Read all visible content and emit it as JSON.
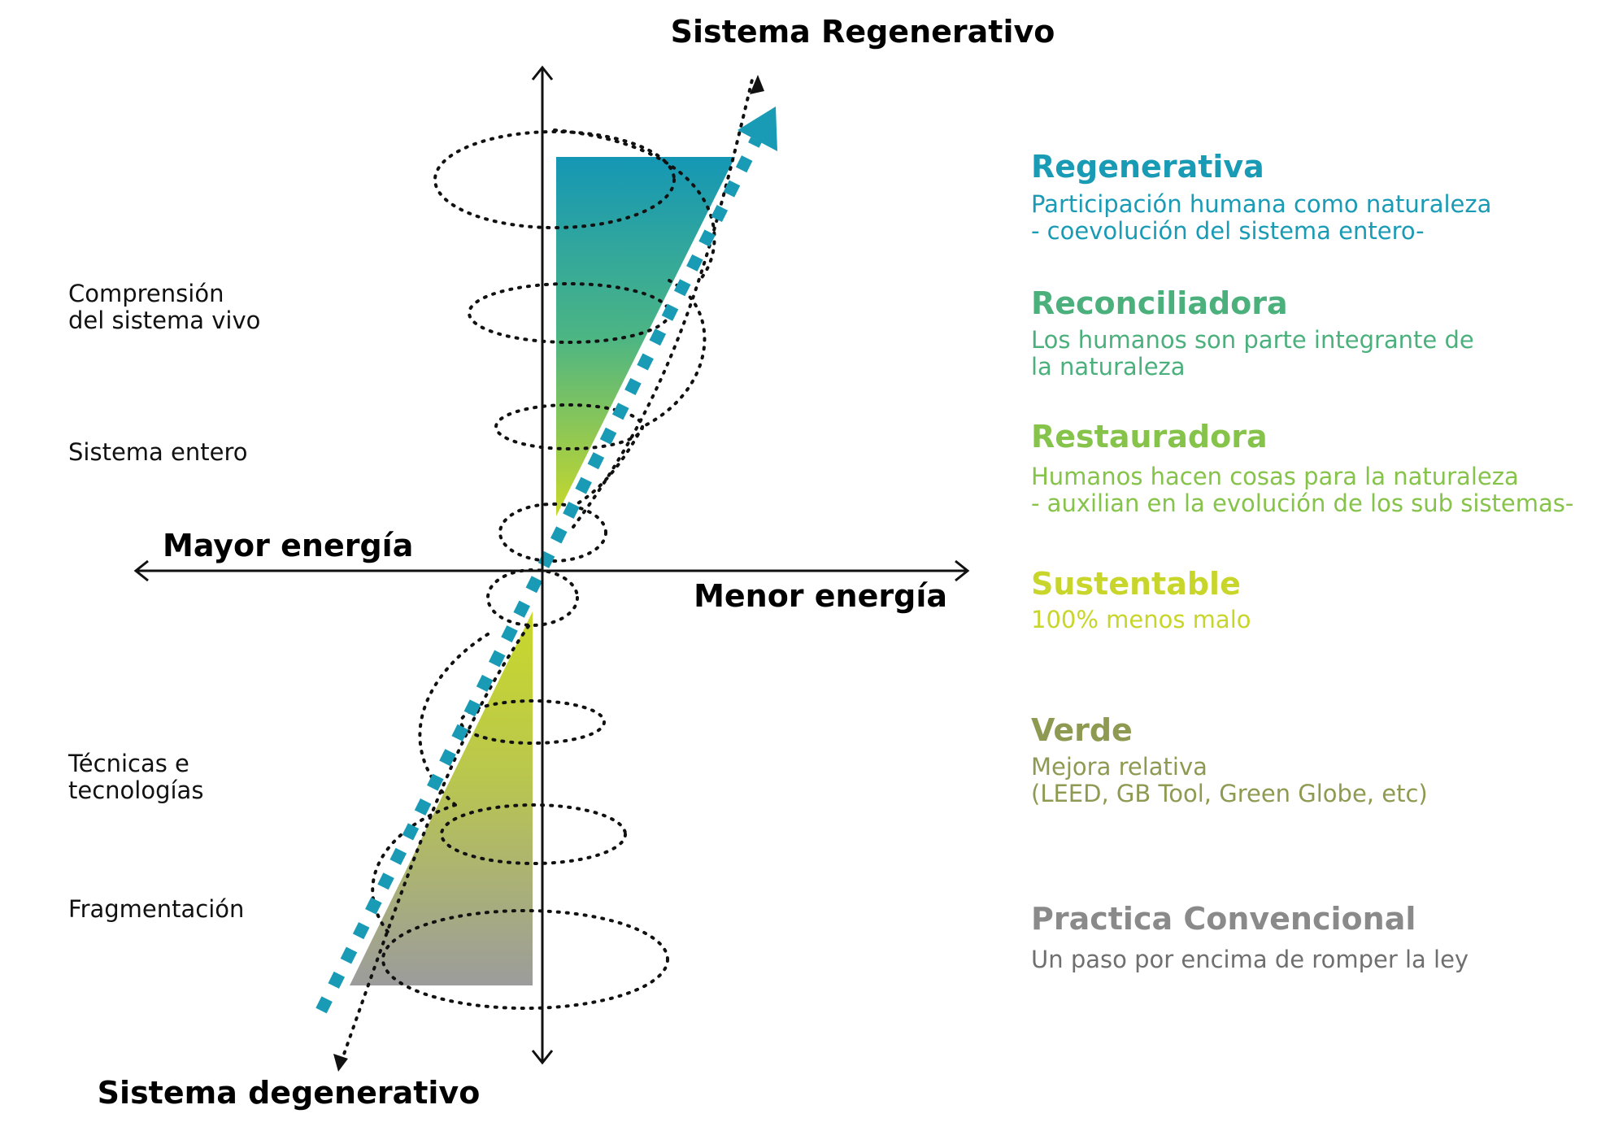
{
  "titles": {
    "top": "Sistema Regenerativo",
    "bottom": "Sistema degenerativo"
  },
  "axes": {
    "left": "Mayor energía",
    "right": "Menor energía"
  },
  "side_labels": [
    {
      "lines": [
        "Comprensión",
        "del sistema vivo"
      ]
    },
    {
      "lines": [
        "Sistema entero"
      ]
    },
    {
      "lines": [
        "Técnicas e",
        "tecnologías"
      ]
    },
    {
      "lines": [
        "Fragmentación"
      ]
    }
  ],
  "categories": [
    {
      "title": "Regenerativa",
      "desc": [
        "Participación humana como naturaleza",
        "- coevolución del sistema entero-"
      ],
      "color": "#1a9bb5"
    },
    {
      "title": "Reconciliadora",
      "desc": [
        "Los humanos son parte integrante de",
        "la naturaleza"
      ],
      "color": "#4bb07c"
    },
    {
      "title": "Restauradora",
      "desc": [
        "Humanos hacen cosas para la naturaleza",
        "- auxilian en la evolución de los sub sistemas-"
      ],
      "color": "#86c34a"
    },
    {
      "title": "Sustentable",
      "desc": [
        "100% menos malo"
      ],
      "color": "#c8d52a"
    },
    {
      "title": "Verde",
      "desc": [
        "Mejora relativa",
        "(LEED, GB Tool, Green Globe, etc)"
      ],
      "color": "#8e9a52"
    },
    {
      "title": "Practica Convencional",
      "desc": [
        "Un paso por encima de romper la ley"
      ],
      "color": "#8a8a8a"
    }
  ],
  "colors": {
    "regenerative_top": "#1597b5",
    "regenerative_mid": "#4cb584",
    "sustainable": "#c9d82a",
    "conventional": "#9c9c9c",
    "arrow_blue": "#1a9bb5"
  }
}
